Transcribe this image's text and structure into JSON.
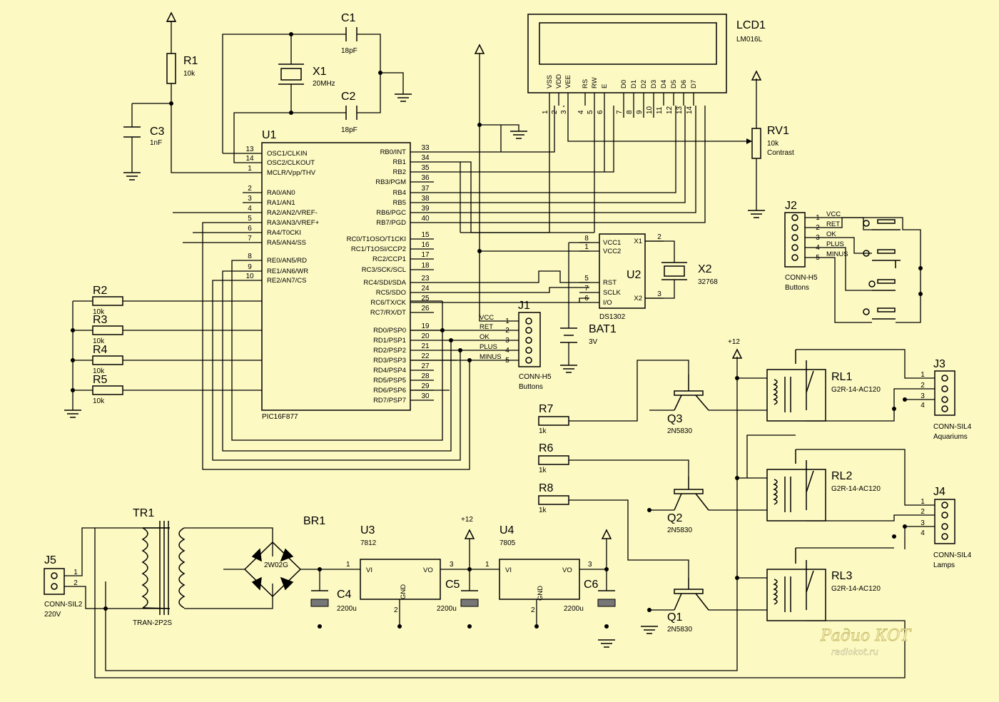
{
  "components": {
    "u1": {
      "ref": "U1",
      "part": "PIC16F877",
      "left_pins": [
        {
          "num": "13",
          "name": "OSC1/CLKIN"
        },
        {
          "num": "14",
          "name": "OSC2/CLKOUT"
        },
        {
          "num": "1",
          "name": "MCLR/Vpp/THV"
        },
        {
          "num": "2",
          "name": "RA0/AN0"
        },
        {
          "num": "3",
          "name": "RA1/AN1"
        },
        {
          "num": "4",
          "name": "RA2/AN2/VREF-"
        },
        {
          "num": "5",
          "name": "RA3/AN3/VREF+"
        },
        {
          "num": "6",
          "name": "RA4/T0CKI"
        },
        {
          "num": "7",
          "name": "RA5/AN4/SS"
        },
        {
          "num": "8",
          "name": "RE0/AN5/RD"
        },
        {
          "num": "9",
          "name": "RE1/AN6/WR"
        },
        {
          "num": "10",
          "name": "RE2/AN7/CS"
        }
      ],
      "right_pins": [
        {
          "num": "33",
          "name": "RB0/INT"
        },
        {
          "num": "34",
          "name": "RB1"
        },
        {
          "num": "35",
          "name": "RB2"
        },
        {
          "num": "36",
          "name": "RB3/PGM"
        },
        {
          "num": "37",
          "name": "RB4"
        },
        {
          "num": "38",
          "name": "RB5"
        },
        {
          "num": "39",
          "name": "RB6/PGC"
        },
        {
          "num": "40",
          "name": "RB7/PGD"
        },
        {
          "num": "15",
          "name": "RC0/T1OSO/T1CKI"
        },
        {
          "num": "16",
          "name": "RC1/T1OSI/CCP2"
        },
        {
          "num": "17",
          "name": "RC2/CCP1"
        },
        {
          "num": "18",
          "name": "RC3/SCK/SCL"
        },
        {
          "num": "23",
          "name": "RC4/SDI/SDA"
        },
        {
          "num": "24",
          "name": "RC5/SDO"
        },
        {
          "num": "25",
          "name": "RC6/TX/CK"
        },
        {
          "num": "26",
          "name": "RC7/RX/DT"
        },
        {
          "num": "19",
          "name": "RD0/PSP0"
        },
        {
          "num": "20",
          "name": "RD1/PSP1"
        },
        {
          "num": "21",
          "name": "RD2/PSP2"
        },
        {
          "num": "22",
          "name": "RD3/PSP3"
        },
        {
          "num": "27",
          "name": "RD4/PSP4"
        },
        {
          "num": "28",
          "name": "RD5/PSP5"
        },
        {
          "num": "29",
          "name": "RD6/PSP6"
        },
        {
          "num": "30",
          "name": "RD7/PSP7"
        }
      ]
    },
    "lcd1": {
      "ref": "LCD1",
      "part": "LM016L",
      "pins": [
        {
          "name": "VSS",
          "num": "1"
        },
        {
          "name": "VDD",
          "num": "2"
        },
        {
          "name": "VEE",
          "num": "3"
        },
        {
          "name": "RS",
          "num": "4"
        },
        {
          "name": "RW",
          "num": "5"
        },
        {
          "name": "E",
          "num": "6"
        },
        {
          "name": "D0",
          "num": "7"
        },
        {
          "name": "D1",
          "num": "8"
        },
        {
          "name": "D2",
          "num": "9"
        },
        {
          "name": "D3",
          "num": "10"
        },
        {
          "name": "D4",
          "num": "11"
        },
        {
          "name": "D5",
          "num": "12"
        },
        {
          "name": "D6",
          "num": "13"
        },
        {
          "name": "D7",
          "num": "14"
        }
      ]
    },
    "u2": {
      "ref": "U2",
      "part": "DS1302",
      "pins": [
        {
          "num": "8",
          "name": "VCC1"
        },
        {
          "num": "1",
          "name": "VCC2"
        },
        {
          "num": "5",
          "name": "RST"
        },
        {
          "num": "7",
          "name": "SCLK"
        },
        {
          "num": "6",
          "name": "I/O"
        },
        {
          "num": "2",
          "name": "X1"
        },
        {
          "num": "3",
          "name": "X2"
        }
      ]
    },
    "r1": {
      "ref": "R1",
      "value": "10k"
    },
    "r2": {
      "ref": "R2",
      "value": "10k"
    },
    "r3": {
      "ref": "R3",
      "value": "10k"
    },
    "r4": {
      "ref": "R4",
      "value": "10k"
    },
    "r5": {
      "ref": "R5",
      "value": "10k"
    },
    "r6": {
      "ref": "R6",
      "value": "1k"
    },
    "r7": {
      "ref": "R7",
      "value": "1k"
    },
    "r8": {
      "ref": "R8",
      "value": "1k"
    },
    "c1": {
      "ref": "C1",
      "value": "18pF"
    },
    "c2": {
      "ref": "C2",
      "value": "18pF"
    },
    "c3": {
      "ref": "C3",
      "value": "1nF"
    },
    "c4": {
      "ref": "C4",
      "value": "2200u"
    },
    "c5": {
      "ref": "C5",
      "value": "2200u"
    },
    "c6": {
      "ref": "C6",
      "value": "2200u"
    },
    "x1": {
      "ref": "X1",
      "value": "20MHz"
    },
    "x2": {
      "ref": "X2",
      "value": "32768"
    },
    "rv1": {
      "ref": "RV1",
      "value": "10k",
      "label": "Contrast"
    },
    "bat1": {
      "ref": "BAT1",
      "value": "3V"
    },
    "j1": {
      "ref": "J1",
      "part": "CONN-H5",
      "label": "Buttons",
      "pins": [
        "1",
        "2",
        "3",
        "4",
        "5"
      ],
      "nets": [
        "VCC",
        "RET",
        "OK",
        "PLUS",
        "MINUS"
      ]
    },
    "j2": {
      "ref": "J2",
      "part": "CONN-H5",
      "label": "Buttons",
      "pins": [
        "1",
        "2",
        "3",
        "4",
        "5"
      ],
      "nets": [
        "VCC",
        "RET",
        "OK",
        "PLUS",
        "MINUS"
      ]
    },
    "j3": {
      "ref": "J3",
      "part": "CONN-SIL4",
      "label": "Aquariums",
      "pins": [
        "1",
        "2",
        "3",
        "4"
      ]
    },
    "j4": {
      "ref": "J4",
      "part": "CONN-SIL4",
      "label": "Lamps",
      "pins": [
        "1",
        "2",
        "3",
        "4"
      ]
    },
    "j5": {
      "ref": "J5",
      "part": "CONN-SIL2",
      "label": "220V",
      "pins": [
        "1",
        "2"
      ]
    },
    "q1": {
      "ref": "Q1",
      "part": "2N5830"
    },
    "q2": {
      "ref": "Q2",
      "part": "2N5830"
    },
    "q3": {
      "ref": "Q3",
      "part": "2N5830"
    },
    "rl1": {
      "ref": "RL1",
      "part": "G2R-14-AC120"
    },
    "rl2": {
      "ref": "RL2",
      "part": "G2R-14-AC120"
    },
    "rl3": {
      "ref": "RL3",
      "part": "G2R-14-AC120"
    },
    "tr1": {
      "ref": "TR1",
      "part": "TRAN-2P2S"
    },
    "br1": {
      "ref": "BR1",
      "part": "2W02G"
    },
    "u3": {
      "ref": "U3",
      "part": "7812",
      "pins": {
        "vi": "VI",
        "vo": "VO",
        "gnd": "GND",
        "n1": "1",
        "n2": "2",
        "n3": "3"
      }
    },
    "u4": {
      "ref": "U4",
      "part": "7805",
      "pins": {
        "vi": "VI",
        "vo": "VO",
        "gnd": "GND",
        "n1": "1",
        "n2": "2",
        "n3": "3"
      }
    }
  },
  "power_labels": {
    "v12": "+12"
  },
  "watermark": {
    "logo": "Радио КОТ",
    "site": "radiokot.ru"
  }
}
